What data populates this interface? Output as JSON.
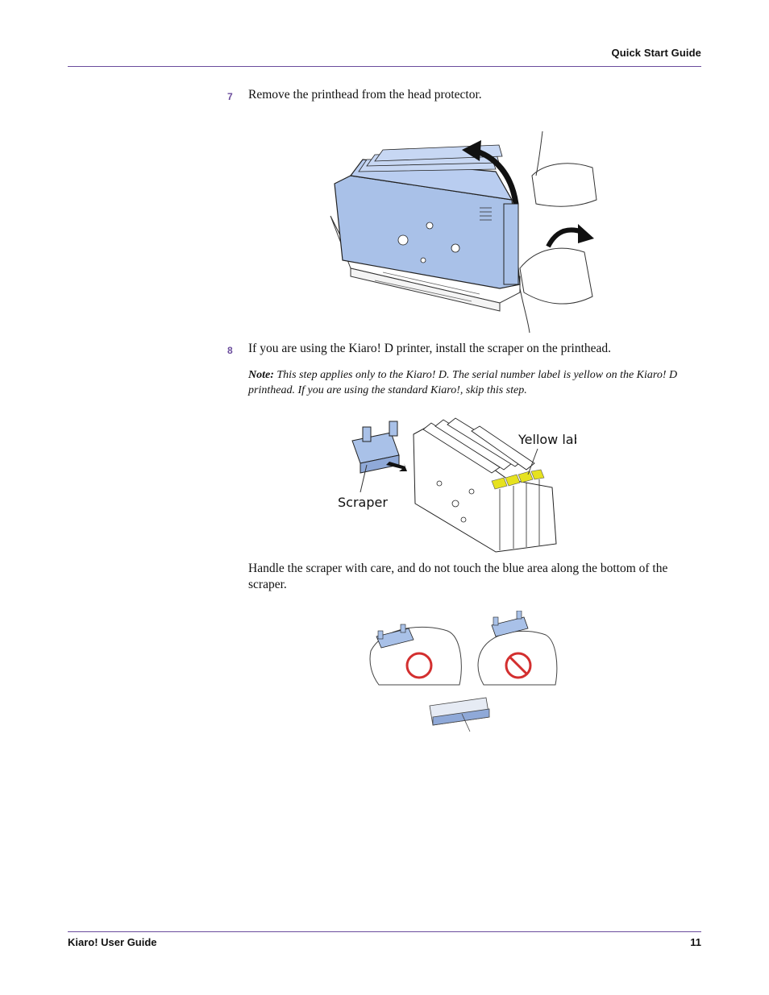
{
  "header": {
    "title": "Quick Start Guide"
  },
  "steps": [
    {
      "number": "7",
      "text": "Remove the printhead from the head protector."
    },
    {
      "number": "8",
      "text": "If you are using the Kiaro! D printer, install the scraper on the printhead."
    }
  ],
  "note": {
    "label": "Note:",
    "text": "This step applies only to the Kiaro! D. The serial number label is yellow on the Kiaro! D printhead. If you are using the standard Kiaro!, skip this step."
  },
  "figure2": {
    "label_yellow": "Yellow label",
    "label_scraper": "Scraper"
  },
  "paragraph": "Handle the scraper with care, and do not touch the blue area along the bottom of the scraper.",
  "footer": {
    "title": "Kiaro! User Guide",
    "page": "11"
  },
  "colors": {
    "accent": "#6a4c9c",
    "part_blue": "#a9c1e8",
    "warning_red": "#d32f2f",
    "label_yellow": "#e6e21f"
  }
}
